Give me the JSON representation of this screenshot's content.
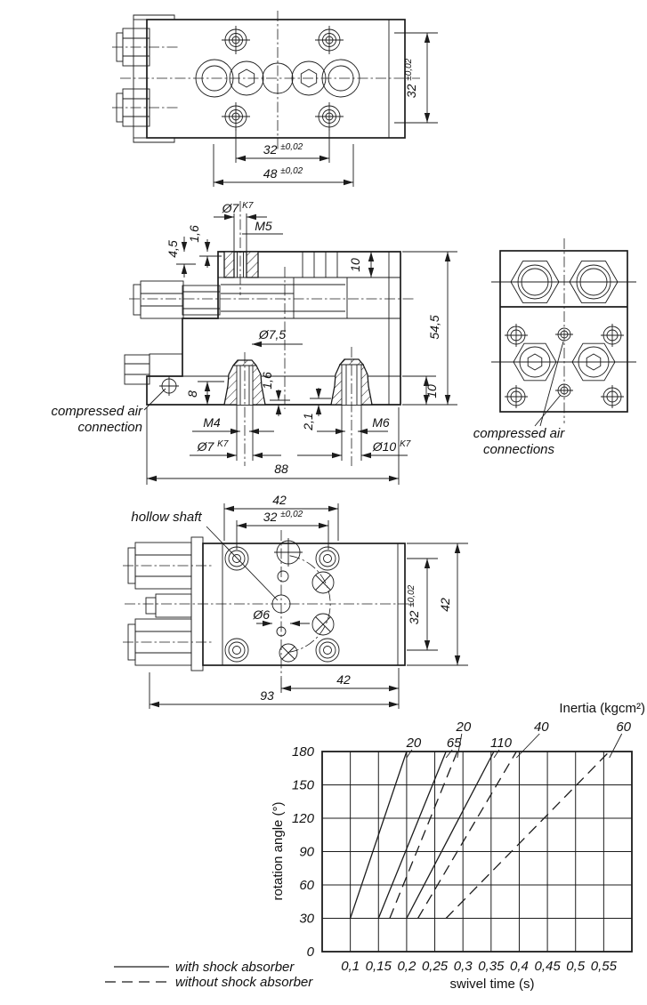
{
  "views": {
    "top_view": {
      "dim_height": {
        "base": "32 ",
        "tol": "±0,02"
      },
      "dim_hole_spacing": {
        "base": "32 ",
        "tol": "±0,02"
      },
      "dim_outer_spacing": {
        "base": "48 ",
        "tol": "±0,02"
      }
    },
    "front_section_view": {
      "bore_top": {
        "base": "Ø7 ",
        "sup": "K7"
      },
      "thread_top": "M5",
      "dim_step_top": "1,6",
      "dim_depth_top": "4,5",
      "dim_plate_thickness": "10",
      "dim_total_height": "54,5",
      "dim_shaft_bore": "Ø7,5",
      "dim_port_height": "8",
      "dim_step_bottom": "1,6",
      "dim_step_nozzle": "2,1",
      "dim_base_thickness": "10",
      "thread_bottom_left": "M4",
      "thread_bottom_right": "M6",
      "bore_bottom_left": {
        "base": "Ø7 ",
        "sup": "K7"
      },
      "bore_bottom_right": {
        "base": "Ø10 ",
        "sup": "K7"
      },
      "dim_overall_width": "88",
      "air_note_line1": "compressed air",
      "air_note_line2": "connection"
    },
    "side_view": {
      "air_note_line1": "compressed air",
      "air_note_line2": "connections"
    },
    "front_view": {
      "shaft_note": "hollow shaft",
      "dim_top_width": "42",
      "dim_top_holes": {
        "base": "32 ",
        "tol": "±0,02"
      },
      "dim_right_holes": {
        "base": "32 ",
        "tol": "±0,02"
      },
      "dim_right_height": "42",
      "dim_center_bore": "Ø6",
      "dim_bottom_width": "42",
      "dim_bottom_overall": "93"
    }
  },
  "chart_data": {
    "type": "line",
    "title": "Inertia (kgcm²)",
    "xlabel": "swivel time (s)",
    "ylabel": "rotation angle (°)",
    "xlim": [
      0.05,
      0.6
    ],
    "ylim": [
      0,
      180
    ],
    "xtick_labels": [
      "0,1",
      "0,15",
      "0,2",
      "0,25",
      "0,3",
      "0,35",
      "0,4",
      "0,45",
      "0,5",
      "0,55"
    ],
    "xtick_values": [
      0.1,
      0.15,
      0.2,
      0.25,
      0.3,
      0.35,
      0.4,
      0.45,
      0.5,
      0.55
    ],
    "ytick_values": [
      0,
      30,
      60,
      90,
      120,
      150,
      180
    ],
    "grid": true,
    "legend": [
      {
        "label": "with shock absorber",
        "style": "solid"
      },
      {
        "label": "without shock absorber",
        "style": "dashed"
      }
    ],
    "series": [
      {
        "inertia": "20",
        "style": "solid",
        "points": [
          [
            0.1,
            30
          ],
          [
            0.2,
            180
          ]
        ],
        "label_row": "lower",
        "label_dx": 8
      },
      {
        "inertia": "65",
        "style": "solid",
        "points": [
          [
            0.15,
            30
          ],
          [
            0.27,
            180
          ]
        ],
        "label_row": "lower",
        "label_dx": 9
      },
      {
        "inertia": "110",
        "style": "solid",
        "points": [
          [
            0.2,
            30
          ],
          [
            0.355,
            180
          ]
        ],
        "label_row": "lower",
        "label_dx": 8
      },
      {
        "inertia": "20",
        "style": "dashed",
        "points": [
          [
            0.17,
            30
          ],
          [
            0.29,
            180
          ]
        ],
        "label_row": "upper",
        "label_dx": 7
      },
      {
        "inertia": "40",
        "style": "dashed",
        "points": [
          [
            0.22,
            30
          ],
          [
            0.395,
            180
          ]
        ],
        "label_row": "upper",
        "label_dx": 28
      },
      {
        "inertia": "60",
        "style": "dashed",
        "points": [
          [
            0.27,
            30
          ],
          [
            0.56,
            180
          ]
        ],
        "label_row": "upper",
        "label_dx": 16
      }
    ]
  }
}
